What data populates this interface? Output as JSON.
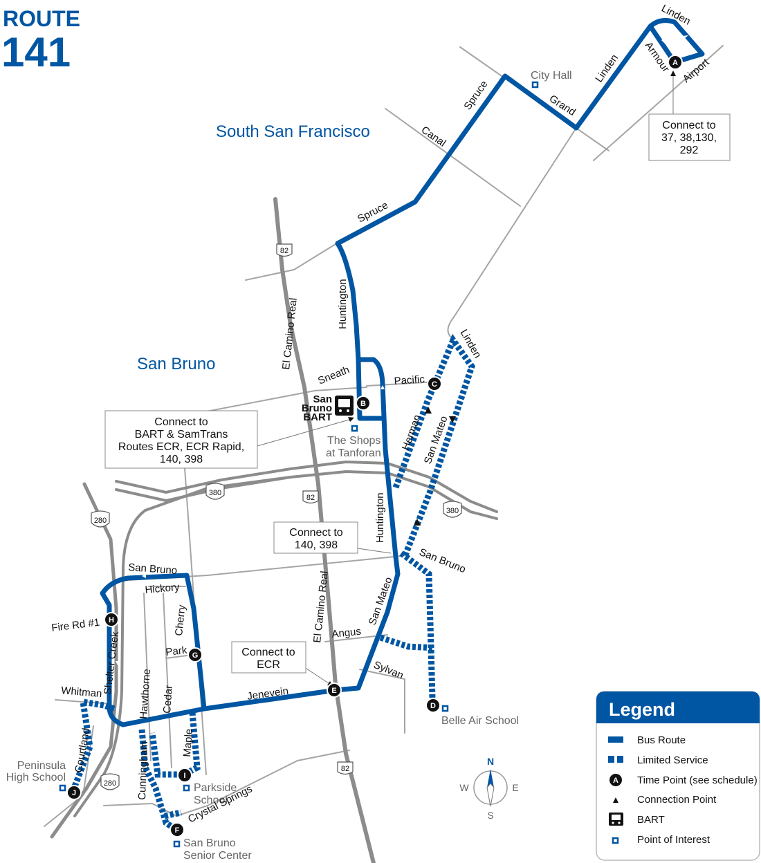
{
  "route": {
    "label": "ROUTE",
    "number": "141"
  },
  "cities": {
    "south_sf": "South San Francisco",
    "san_bruno": "San Bruno"
  },
  "streets": {
    "linden_top": "Linden",
    "armour": "Armour",
    "airport": "Airport",
    "linden_ne": "Linden",
    "grand": "Grand",
    "spruce_n": "Spruce",
    "canal": "Canal",
    "spruce_s": "Spruce",
    "huntington_n": "Huntington",
    "el_camino_n": "El Camino Real",
    "sneath": "Sneath",
    "pacific": "Pacific",
    "linden_sb": "Linden",
    "herman": "Herman",
    "san_mateo_n": "San Mateo",
    "huntington_s": "Huntington",
    "san_bruno_e": "San Bruno",
    "san_bruno_w": "San Bruno",
    "hickory": "Hickory",
    "fire_rd": "Fire Rd #1",
    "shelter_creek": "Shelter Creek",
    "cherry": "Cherry",
    "park": "Park",
    "el_camino_s": "El Camino Real",
    "angus": "Angus",
    "san_mateo_s": "San Mateo",
    "sylvan": "Sylvan",
    "jenevein": "Jenevein",
    "whitman": "Whitman",
    "hawthorne": "Hawthorne",
    "cedar": "Cedar",
    "maple": "Maple",
    "courtland": "Courtland",
    "cunningham": "Cunningham",
    "crystal_springs": "Crystal Springs"
  },
  "pois": {
    "city_hall": "City Hall",
    "shops_1": "The Shops",
    "shops_2": "at Tanforan",
    "belle_air": "Belle Air School",
    "parkside_1": "Parkside",
    "parkside_2": "School",
    "peninsula_1": "Peninsula",
    "peninsula_2": "High School",
    "senior_1": "San Bruno",
    "senior_2": "Senior Center"
  },
  "bart_station": {
    "line1": "San",
    "line2": "Bruno",
    "line3": "BART"
  },
  "callouts": {
    "airport_connect": [
      "Connect to",
      "37, 38,130,",
      "292"
    ],
    "bart_connect": [
      "Connect to",
      "BART & SamTrans",
      "Routes ECR, ECR Rapid,",
      "140, 398"
    ],
    "sanbruno_connect": [
      "Connect to",
      "140, 398"
    ],
    "ecr_connect": [
      "Connect to",
      "ECR"
    ]
  },
  "highways": {
    "h82": "82",
    "h380": "380",
    "h280": "280"
  },
  "time_points": [
    "A",
    "B",
    "C",
    "D",
    "E",
    "F",
    "G",
    "H",
    "I",
    "J"
  ],
  "compass": {
    "n": "N",
    "s": "S",
    "e": "E",
    "w": "W"
  },
  "legend": {
    "title": "Legend",
    "items": [
      "Bus Route",
      "Limited Service",
      "Time Point (see schedule)",
      "Connection Point",
      "BART",
      "Point of Interest"
    ]
  },
  "colors": {
    "route": "#0056a3",
    "street": "#a0a0a0",
    "highway": "#8c8c8c"
  }
}
